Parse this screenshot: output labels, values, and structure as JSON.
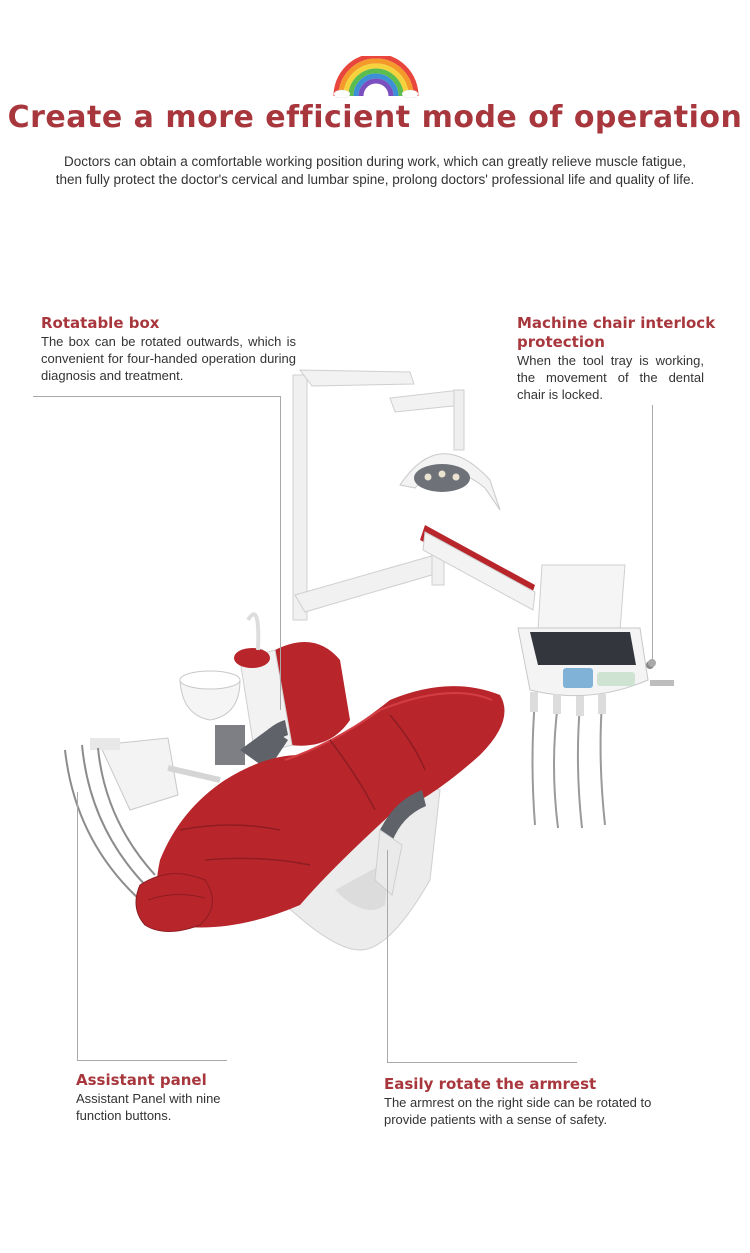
{
  "header": {
    "title": "Create a more efficient mode of operation",
    "subtitle_line1": "Doctors can obtain a comfortable working position during work, which can greatly relieve muscle fatigue,",
    "subtitle_line2": "then fully protect the  doctor's cervical and lumbar spine, prolong doctors' professional life and quality of life."
  },
  "callouts": {
    "rotatable_box": {
      "title": "Rotatable box",
      "text": "The box can be rotated outwards, which is convenient for four-handed operation during diagnosis and treatment."
    },
    "interlock": {
      "title_line1": "Machine chair interlock",
      "title_line2": "protection",
      "text": "When the tool tray is working, the movement of the dental chair is locked."
    },
    "assistant_panel": {
      "title": "Assistant panel",
      "text_line1": "Assistant Panel with nine",
      "text_line2": "function buttons."
    },
    "armrest": {
      "title": "Easily rotate the armrest",
      "text_line1": "The armrest on the right side can be rotated to",
      "text_line2": "provide patients with a sense of safety."
    }
  },
  "colors": {
    "accent": "#a8373d",
    "upholstery": "#b8262c",
    "body_white": "#f2f2f2",
    "leader_line": "#a9a9a9"
  }
}
